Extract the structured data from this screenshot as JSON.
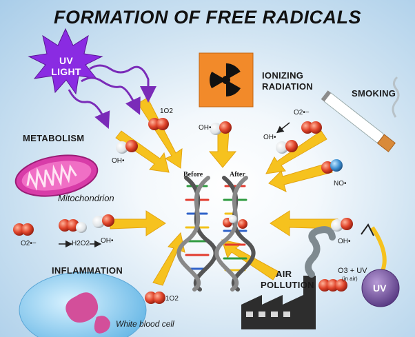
{
  "title": "FORMATION OF FREE RADICALS",
  "sources": {
    "uv_light": "UV LIGHT",
    "ionizing_radiation": [
      "IONIZING",
      "RADIATION"
    ],
    "smoking": "SMOKING",
    "metabolism": "METABOLISM",
    "mitochondrion": "Mitochondrion",
    "inflammation": "INFLAMMATION",
    "white_blood_cell": "White blood cell",
    "air_pollution": [
      "AIR",
      "POLLUTION"
    ],
    "uv_badge": "UV"
  },
  "chemistry": {
    "singlet_oxygen": "1O2",
    "hydroxyl": "OH•",
    "superoxide": "O2•−",
    "nitric_oxide": "NO•",
    "h2o2": "H2O2",
    "ozone_reaction": "O3 + UV",
    "in_air": "(in air)"
  },
  "dna": {
    "before": "Before",
    "after": "After"
  },
  "colors": {
    "arrow": "#f6c21e",
    "uv_star": "#8a2be2",
    "mitochondrion": "#d83ca8",
    "radiation_bg": "#f28a2a",
    "molecule_red": "#e0452b",
    "uv_circle": "#7e5aa8"
  }
}
